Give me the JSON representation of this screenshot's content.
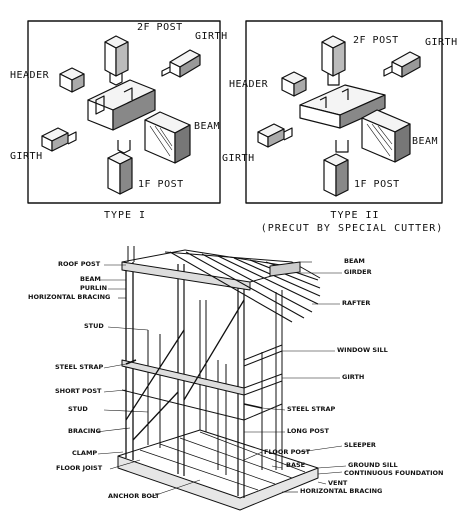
{
  "type1": {
    "caption": "TYPE I",
    "labels": {
      "post2f": "2F POST",
      "girth_top": "GIRTH",
      "header": "HEADER",
      "beam": "BEAM",
      "girth_bottom": "GIRTH",
      "post1f": "1F POST"
    }
  },
  "type2": {
    "caption": "TYPE II",
    "subcaption": "(PRECUT BY SPECIAL CUTTER)",
    "labels": {
      "post2f": "2F POST",
      "girth_top": "GIRTH",
      "header": "HEADER",
      "beam": "BEAM",
      "girth_bottom": "GIRTH",
      "post1f": "1F POST"
    }
  },
  "frame": {
    "left_labels": [
      "ROOF POST",
      "BEAM",
      "PURLIN",
      "HORIZONTAL BRACING",
      "STUD",
      "STEEL STRAP",
      "SHORT POST",
      "STUD",
      "BRACING",
      "CLAMP",
      "FLOOR JOIST",
      "ANCHOR BOLT"
    ],
    "right_labels": [
      "BEAM",
      "GIRDER",
      "RAFTER",
      "WINDOW SILL",
      "GIRTH",
      "STEEL STRAP",
      "LONG POST",
      "SLEEPER",
      "FLOOR POST",
      "BASE",
      "GROUND SILL",
      "CONTINUOUS FOUNDATION",
      "VENT",
      "HORIZONTAL BRACING"
    ]
  }
}
